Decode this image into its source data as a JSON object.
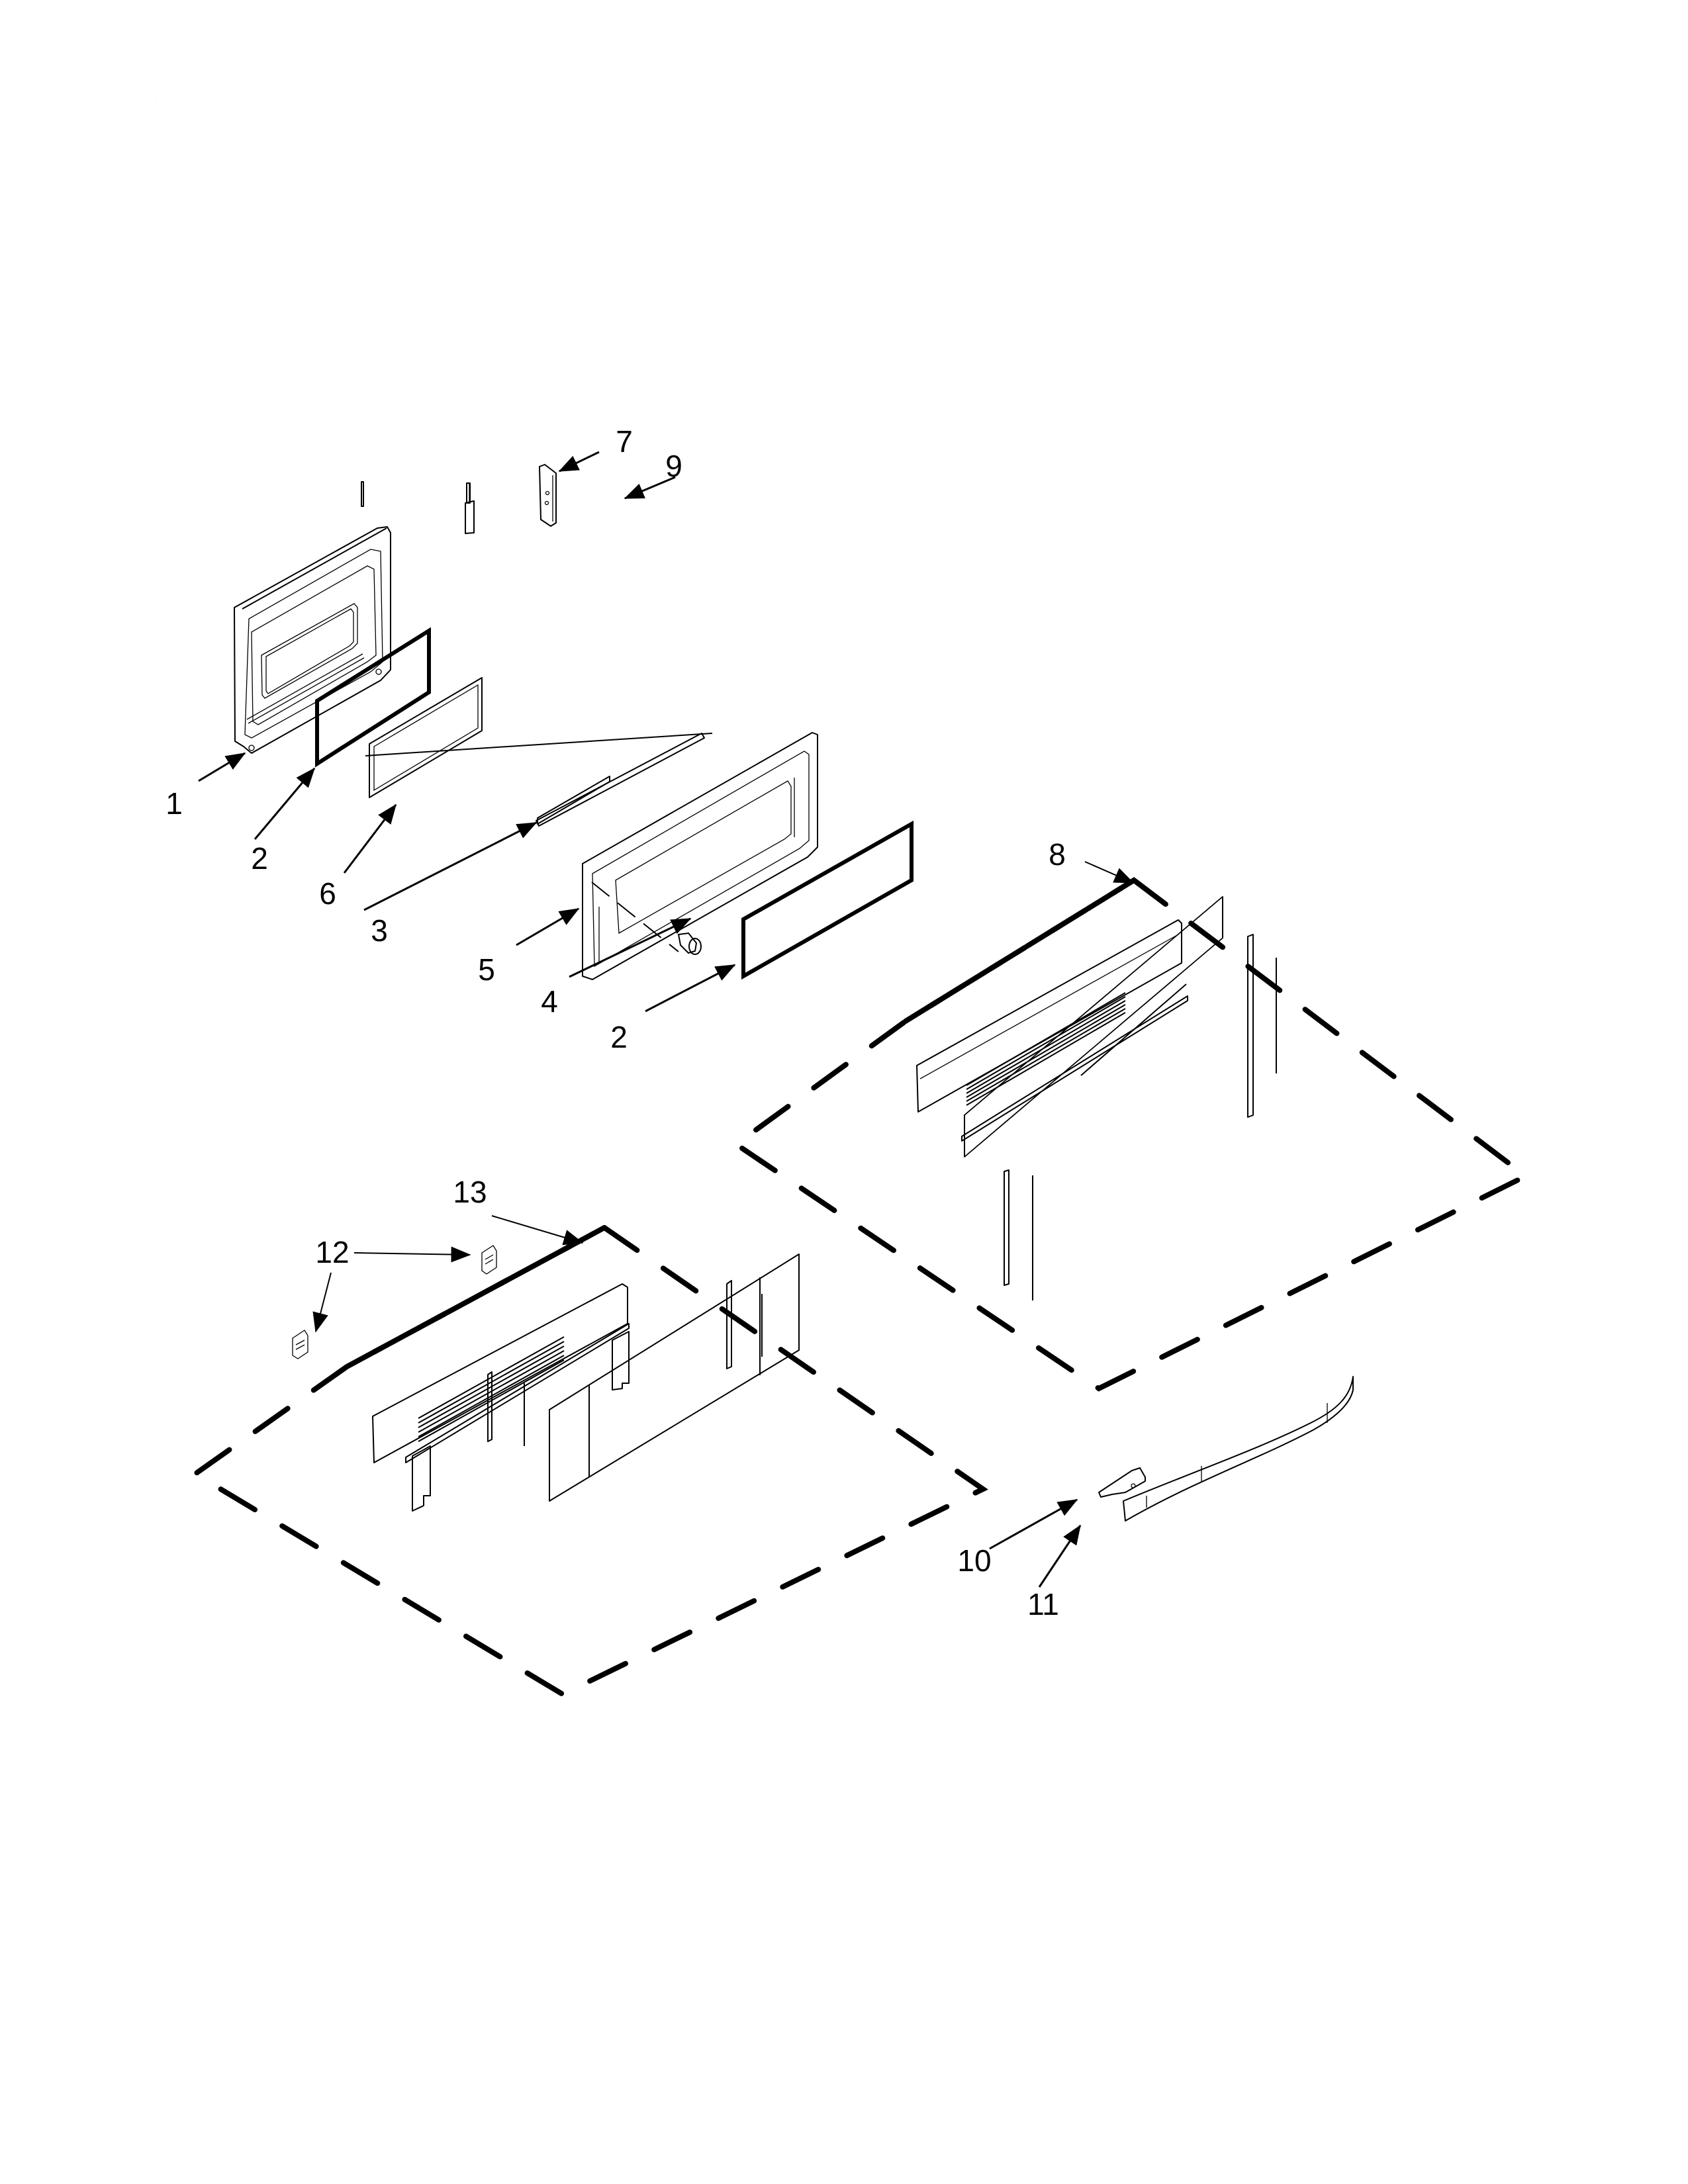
{
  "diagram": {
    "type": "exploded-parts-diagram",
    "background": "#ffffff",
    "line_color": "#000000",
    "callouts": [
      {
        "id": "c1",
        "label": "1",
        "part": "outer-door-frame"
      },
      {
        "id": "c2a",
        "label": "2",
        "part": "door-glass-upper"
      },
      {
        "id": "c6",
        "label": "6",
        "part": "glass-pack-frame"
      },
      {
        "id": "c3",
        "label": "3",
        "part": "door-vent-strip"
      },
      {
        "id": "c5",
        "label": "5",
        "part": "inner-door-panel"
      },
      {
        "id": "c4",
        "label": "4",
        "part": "door-screw"
      },
      {
        "id": "c2b",
        "label": "2",
        "part": "door-glass-lower"
      },
      {
        "id": "c7",
        "label": "7",
        "part": "hinge-bracket"
      },
      {
        "id": "c9",
        "label": "9",
        "part": "door-hinge"
      },
      {
        "id": "c8",
        "label": "8",
        "part": "door-trim-kit-upper"
      },
      {
        "id": "c13",
        "label": "13",
        "part": "door-trim-kit-lower"
      },
      {
        "id": "c12a",
        "label": "12",
        "part": "trim-clip-right"
      },
      {
        "id": "c12b",
        "label": "12",
        "part": "trim-clip-left"
      },
      {
        "id": "c10",
        "label": "10",
        "part": "handle-end-cap"
      },
      {
        "id": "c11",
        "label": "11",
        "part": "door-handle"
      }
    ]
  }
}
